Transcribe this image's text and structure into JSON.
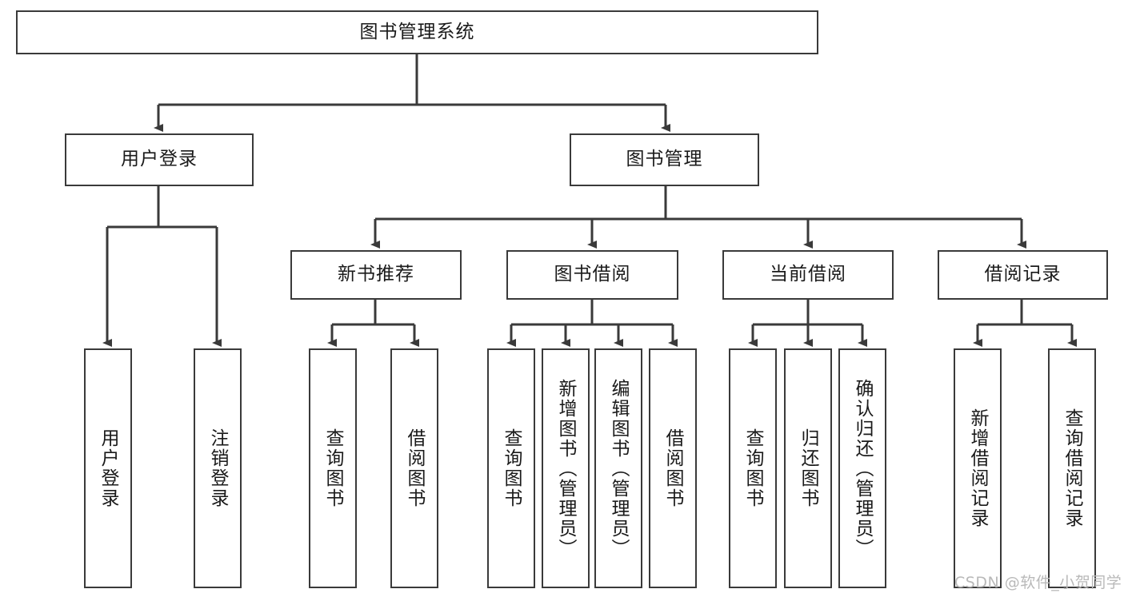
{
  "diagram": {
    "title": "图书管理系统",
    "type": "tree-hierarchy-chart",
    "colors": {
      "box_border": "#3a3a3a",
      "box_fill": "#ffffff",
      "connector": "#3a3a3a",
      "text": "#1a1a1a",
      "watermark": "#b9b9b9",
      "background": "#ffffff"
    },
    "root": {
      "label": "图书管理系统"
    },
    "level2": [
      {
        "id": "user-login",
        "label": "用户登录"
      },
      {
        "id": "book-management",
        "label": "图书管理"
      }
    ],
    "level3": [
      {
        "id": "new-book-recommend",
        "label": "新书推荐"
      },
      {
        "id": "book-borrow",
        "label": "图书借阅"
      },
      {
        "id": "current-borrow",
        "label": "当前借阅"
      },
      {
        "id": "borrow-record",
        "label": "借阅记录"
      }
    ],
    "leaves": {
      "user_login": [
        {
          "id": "leaf-user-login",
          "label": "用户登录"
        },
        {
          "id": "leaf-logout-login",
          "label": "注销登录"
        }
      ],
      "new_book_recommend": [
        {
          "id": "leaf-query-book-1",
          "label": "查询图书"
        },
        {
          "id": "leaf-borrow-book-1",
          "label": "借阅图书"
        }
      ],
      "book_borrow": [
        {
          "id": "leaf-query-book-2",
          "label": "查询图书"
        },
        {
          "id": "leaf-add-book",
          "label": "新增图书（管理员）"
        },
        {
          "id": "leaf-edit-book",
          "label": "编辑图书（管理员）"
        },
        {
          "id": "leaf-borrow-book-2",
          "label": "借阅图书"
        }
      ],
      "current_borrow": [
        {
          "id": "leaf-query-book-3",
          "label": "查询图书"
        },
        {
          "id": "leaf-return-book",
          "label": "归还图书"
        },
        {
          "id": "leaf-confirm-return",
          "label": "确认归还（管理员）"
        }
      ],
      "borrow_record": [
        {
          "id": "leaf-add-record",
          "label": "新增借阅记录"
        },
        {
          "id": "leaf-query-record",
          "label": "查询借阅记录"
        }
      ]
    },
    "watermark": "CSDN @软件_小贺同学"
  }
}
